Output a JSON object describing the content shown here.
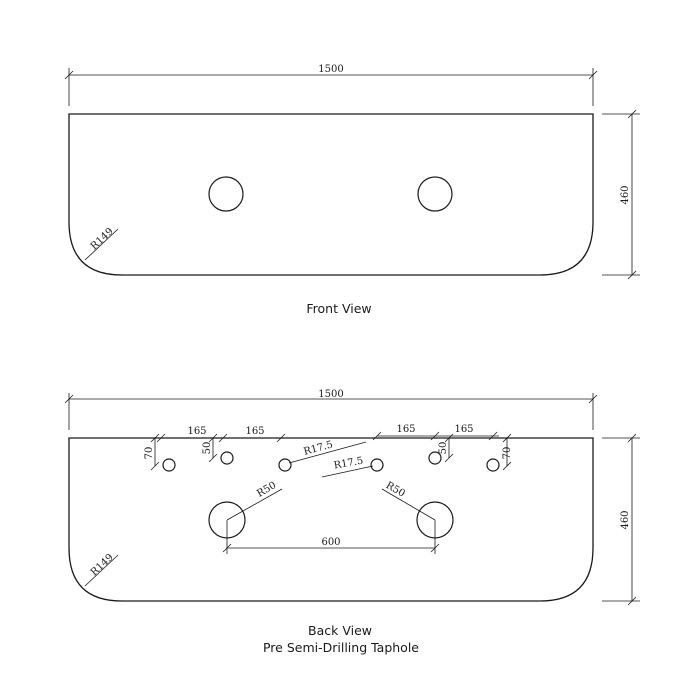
{
  "front_view": {
    "caption": "Front View",
    "width_label": "1500",
    "height_label": "460",
    "radius_label": "R149"
  },
  "back_view": {
    "caption_line1": "Back View",
    "caption_line2": "Pre Semi-Drilling Taphole",
    "width_label": "1500",
    "height_label": "460",
    "radius_label": "R149",
    "spacing_left_1": "165",
    "spacing_left_2": "165",
    "spacing_right_1": "165",
    "spacing_right_2": "165",
    "offset_left_outer": "70",
    "offset_left_inner": "50",
    "offset_right_inner": "50",
    "offset_right_outer": "70",
    "taphole_radius_left": "R17.5",
    "taphole_radius_right": "R17.5",
    "basin_radius_left": "R50",
    "basin_radius_right": "R50",
    "basin_spacing": "600"
  }
}
